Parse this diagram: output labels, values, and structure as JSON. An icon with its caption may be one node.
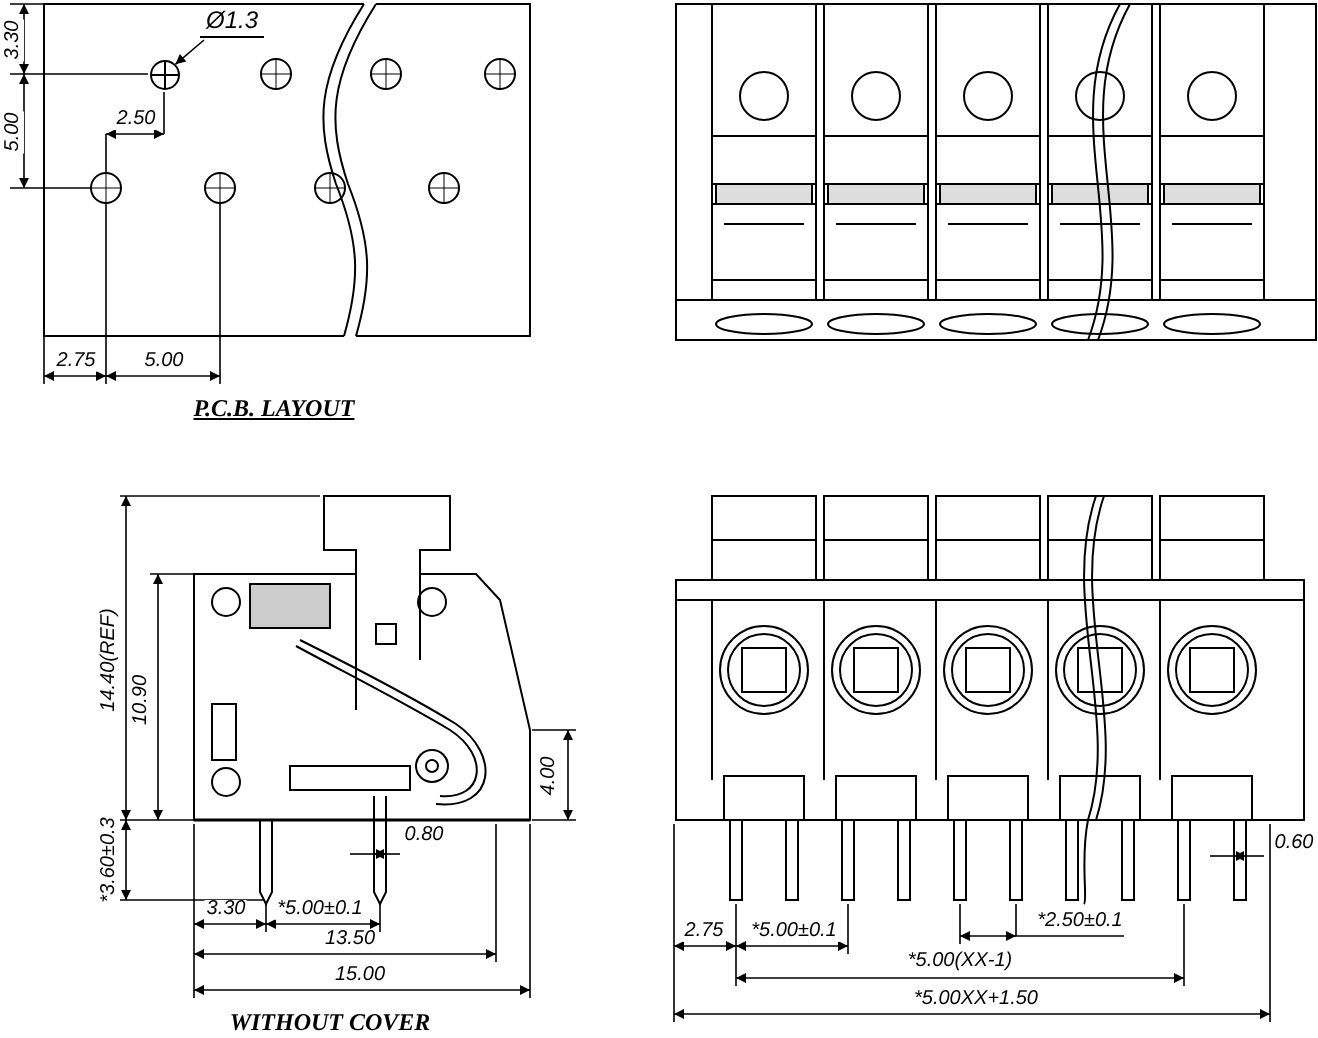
{
  "diagram": {
    "nodes": [
      {
        "text": [
          "Ø1.3"
        ]
      },
      {
        "text": [],
        "shape": "circle"
      }
    ],
    "edges": [
      {
        "from": 0,
        "to": 1,
        "arrow": "to"
      }
    ],
    "labels": [
      "3.30",
      "2.50",
      "5.00",
      "2.75",
      "5.00",
      "P.C.B. LAYOUT",
      "14.40(REF)",
      "10.90",
      "4.00",
      "*3.60±0.3",
      "0.80",
      "3.30",
      "*5.00±0.1",
      "13.50",
      "15.00",
      "WITHOUT COVER",
      "0.60",
      "2.75",
      "*5.00±0.1",
      "*2.50±0.1",
      "*5.00(XX-1)",
      "*5.00XX+1.50"
    ]
  }
}
